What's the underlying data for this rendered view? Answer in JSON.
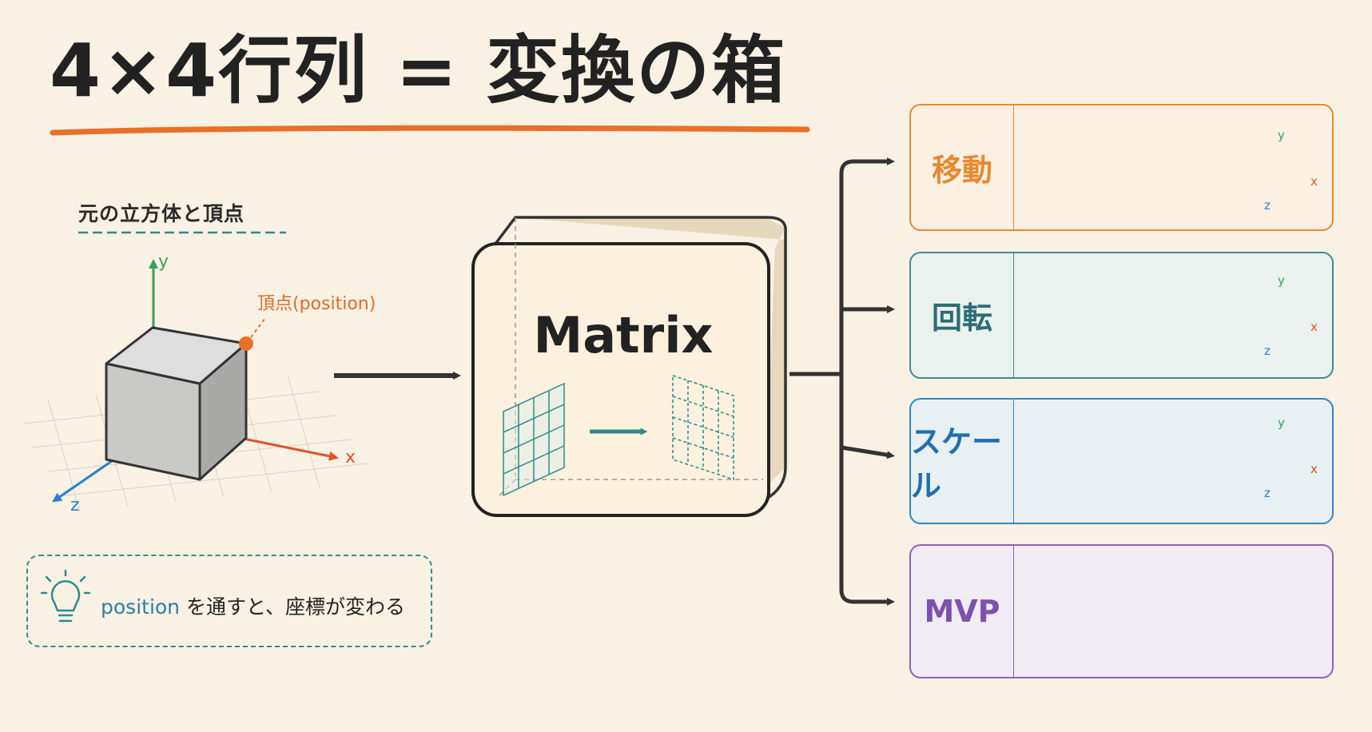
{
  "title": "4×4行列 = 変換の箱",
  "subtitle": "元の立方体と頂点",
  "axes": {
    "x": "x",
    "y": "y",
    "z": "z"
  },
  "vertex_label": "頂点(position)",
  "matrix_label": "Matrix",
  "tip": {
    "keyword": "position",
    "text": "を通すと、座標が変わる",
    "icon": "lightbulb-icon"
  },
  "panels": [
    {
      "id": "translate",
      "label": "移動",
      "color": "#e8892e"
    },
    {
      "id": "rotate",
      "label": "回転",
      "color": "#3d8c94"
    },
    {
      "id": "scale",
      "label": "スケール",
      "color": "#2f86c4"
    },
    {
      "id": "mvp",
      "label": "MVP",
      "color": "#8a64b8"
    }
  ],
  "colors": {
    "x_axis": "#e0522a",
    "y_axis": "#3aa05a",
    "z_axis": "#2e7fc8",
    "accent_orange": "#e8702a",
    "teal": "#2f8a8a"
  }
}
